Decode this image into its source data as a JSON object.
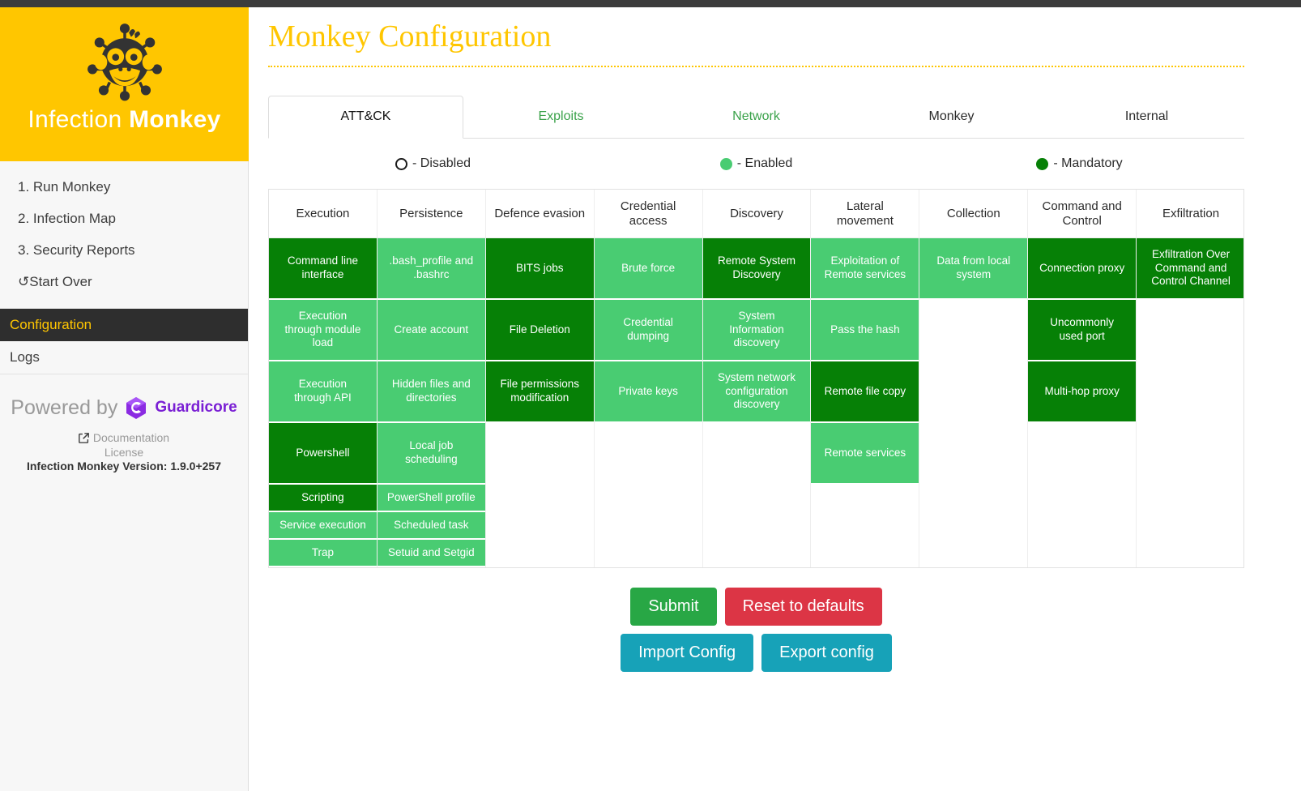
{
  "brand": {
    "name_light": "Infection",
    "name_bold": "Monkey",
    "logo_icon": "monkey-virus-logo"
  },
  "sidebar": {
    "nav_main": [
      {
        "label": "1. Run Monkey",
        "name": "run-monkey"
      },
      {
        "label": "2. Infection Map",
        "name": "infection-map"
      },
      {
        "label": "3. Security Reports",
        "name": "security-reports"
      },
      {
        "label": "Start Over",
        "name": "start-over",
        "icon": "undo-icon"
      }
    ],
    "nav_second": [
      {
        "label": "Configuration",
        "name": "configuration",
        "active": true
      },
      {
        "label": "Logs",
        "name": "logs",
        "active": false
      }
    ],
    "footer": {
      "powered_by": "Powered by",
      "guardicore": "Guardicore",
      "guardicore_icon": "guardicore-cube-icon",
      "documentation": "Documentation",
      "documentation_icon": "external-link-icon",
      "license": "License",
      "version": "Infection Monkey Version: 1.9.0+257"
    }
  },
  "header": {
    "title": "Monkey Configuration"
  },
  "tabs": [
    {
      "label": "ATT&CK",
      "name": "tab-attack",
      "state": "active"
    },
    {
      "label": "Exploits",
      "name": "tab-exploits",
      "state": "link"
    },
    {
      "label": "Network",
      "name": "tab-network",
      "state": "link"
    },
    {
      "label": "Monkey",
      "name": "tab-monkey",
      "state": "plain"
    },
    {
      "label": "Internal",
      "name": "tab-internal",
      "state": "plain"
    }
  ],
  "legend": [
    {
      "label": "- Disabled",
      "dot": "disabled",
      "name": "legend-disabled"
    },
    {
      "label": "- Enabled",
      "dot": "enabled",
      "name": "legend-enabled"
    },
    {
      "label": "- Mandatory",
      "dot": "mandatory",
      "name": "legend-mandatory"
    }
  ],
  "colors": {
    "brand_yellow": "#ffc600",
    "enabled_green": "#49cc72",
    "mandatory_green": "#068006",
    "tab_link_green": "#3aa24a",
    "submit_green": "#28a745",
    "reset_red": "#dc3545",
    "info_blue": "#17a2b8",
    "guardicore_purple": "#7a1fd4"
  },
  "matrix": {
    "columns": [
      {
        "header": "Execution",
        "cells": [
          {
            "label": "Command line\ninterface",
            "state": "mandatory",
            "size": "h2"
          },
          {
            "label": "Execution\nthrough module\nload",
            "state": "enabled",
            "size": "h3"
          },
          {
            "label": "Execution\nthrough API",
            "state": "enabled",
            "size": "h2"
          },
          {
            "label": "Powershell",
            "state": "mandatory",
            "size": "h2"
          },
          {
            "label": "Scripting",
            "state": "mandatory",
            "size": "h1"
          },
          {
            "label": "Service execution",
            "state": "enabled",
            "size": "h1"
          },
          {
            "label": "Trap",
            "state": "enabled",
            "size": "h1"
          }
        ]
      },
      {
        "header": "Persistence",
        "cells": [
          {
            "label": ".bash_profile and\n.bashrc",
            "state": "enabled",
            "size": "h2"
          },
          {
            "label": "Create account",
            "state": "enabled",
            "size": "h3"
          },
          {
            "label": "Hidden files and\ndirectories",
            "state": "enabled",
            "size": "h2"
          },
          {
            "label": "Local job\nscheduling",
            "state": "enabled",
            "size": "h2"
          },
          {
            "label": "PowerShell profile",
            "state": "enabled",
            "size": "h1"
          },
          {
            "label": "Scheduled task",
            "state": "enabled",
            "size": "h1"
          },
          {
            "label": "Setuid and Setgid",
            "state": "enabled",
            "size": "h1"
          }
        ]
      },
      {
        "header": "Defence evasion",
        "cells": [
          {
            "label": "BITS jobs",
            "state": "mandatory",
            "size": "h2"
          },
          {
            "label": "File Deletion",
            "state": "mandatory",
            "size": "h3"
          },
          {
            "label": "File permissions\nmodification",
            "state": "mandatory",
            "size": "h2"
          }
        ]
      },
      {
        "header": "Credential\naccess",
        "cells": [
          {
            "label": "Brute force",
            "state": "enabled",
            "size": "h2"
          },
          {
            "label": "Credential\ndumping",
            "state": "enabled",
            "size": "h3"
          },
          {
            "label": "Private keys",
            "state": "enabled",
            "size": "h2"
          }
        ]
      },
      {
        "header": "Discovery",
        "cells": [
          {
            "label": "Remote System\nDiscovery",
            "state": "mandatory",
            "size": "h2"
          },
          {
            "label": "System\nInformation\ndiscovery",
            "state": "enabled",
            "size": "h3"
          },
          {
            "label": "System network\nconfiguration\ndiscovery",
            "state": "enabled",
            "size": "h2"
          }
        ]
      },
      {
        "header": "Lateral\nmovement",
        "cells": [
          {
            "label": "Exploitation of\nRemote services",
            "state": "enabled",
            "size": "h2"
          },
          {
            "label": "Pass the hash",
            "state": "enabled",
            "size": "h3"
          },
          {
            "label": "Remote file copy",
            "state": "mandatory",
            "size": "h2"
          },
          {
            "label": "Remote services",
            "state": "enabled",
            "size": "h2"
          }
        ]
      },
      {
        "header": "Collection",
        "cells": [
          {
            "label": "Data from local\nsystem",
            "state": "enabled",
            "size": "h2"
          }
        ]
      },
      {
        "header": "Command and\nControl",
        "cells": [
          {
            "label": "Connection proxy",
            "state": "mandatory",
            "size": "h2"
          },
          {
            "label": "Uncommonly\nused port",
            "state": "mandatory",
            "size": "h3"
          },
          {
            "label": "Multi-hop proxy",
            "state": "mandatory",
            "size": "h2"
          }
        ]
      },
      {
        "header": "Exfiltration",
        "cells": [
          {
            "label": "Exfiltration Over\nCommand and\nControl Channel",
            "state": "mandatory",
            "size": "h2"
          }
        ]
      }
    ]
  },
  "buttons": {
    "row1": [
      {
        "label": "Submit",
        "name": "submit-button",
        "style": "submit"
      },
      {
        "label": "Reset to defaults",
        "name": "reset-defaults-button",
        "style": "reset"
      }
    ],
    "row2": [
      {
        "label": "Import Config",
        "name": "import-config-button",
        "style": "info"
      },
      {
        "label": "Export config",
        "name": "export-config-button",
        "style": "info"
      }
    ]
  }
}
